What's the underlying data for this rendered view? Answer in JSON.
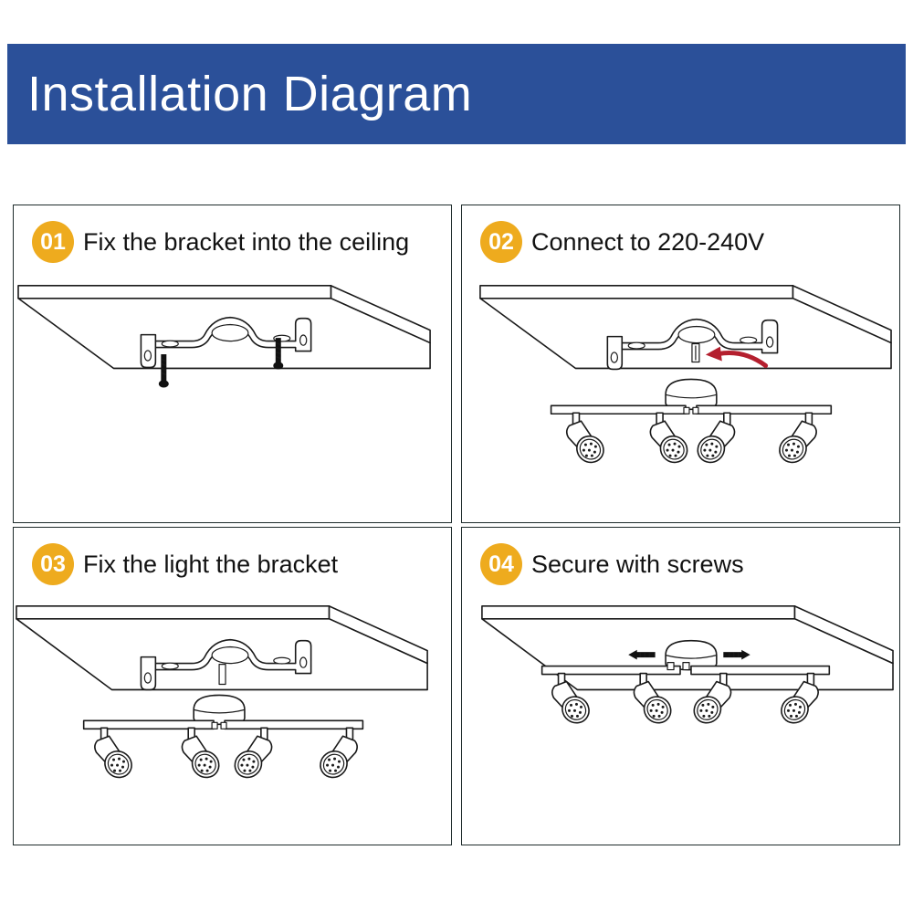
{
  "header": {
    "title": "Installation Diagram",
    "background_color": "#2b5099",
    "text_color": "#ffffff"
  },
  "theme": {
    "badge_color": "#eeab1e",
    "badge_text_color": "#ffffff",
    "panel_border_color": "#1e2b2b",
    "line_color": "#1a1a1a",
    "arrow_color": "#b41f2e",
    "page_background": "#ffffff"
  },
  "steps": [
    {
      "number": "01",
      "label": "Fix the bracket into the ceiling",
      "illustration": "ceiling-slab-with-bracket-and-two-screws"
    },
    {
      "number": "02",
      "label": "Connect to 220-240V",
      "illustration": "ceiling-slab-with-bracket-red-arrow-and-spotlight-bar"
    },
    {
      "number": "03",
      "label": "Fix the light the bracket",
      "illustration": "ceiling-slab-with-bracket-and-spotlight-bar-raised"
    },
    {
      "number": "04",
      "label": "Secure with screws",
      "illustration": "ceiling-slab-with-mounted-spotlight-bar-and-two-screws"
    }
  ],
  "illustration_parts": {
    "ceiling_slab": "ceiling-plate",
    "bracket": "mounting-bracket",
    "canopy": "ceiling-canopy-cap",
    "track_bar": "spotlight-track-bar",
    "spotlight_count": 4,
    "screw_count": 2
  }
}
